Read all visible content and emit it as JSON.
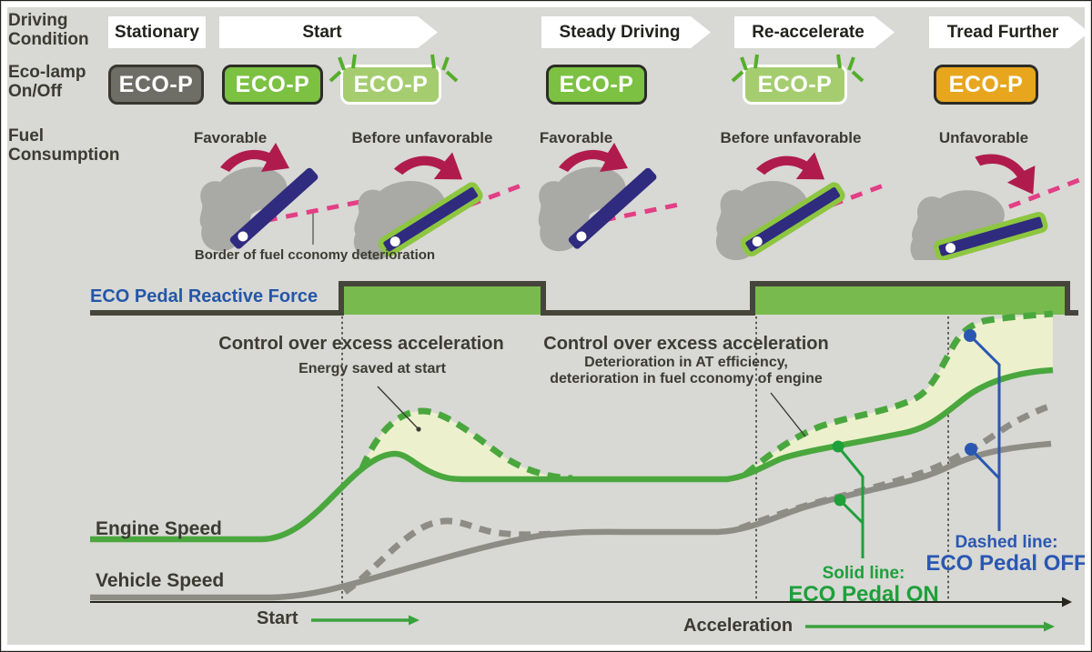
{
  "header_rows": {
    "driving_condition": "Driving\nCondition",
    "eco_lamp": "Eco-lamp\nOn/Off",
    "fuel_consumption": "Fuel\nConsumption"
  },
  "stages": [
    {
      "label": "Stationary"
    },
    {
      "label": "Start"
    },
    {
      "label": "Steady Driving"
    },
    {
      "label": "Re-accelerate"
    },
    {
      "label": "Tread Further"
    }
  ],
  "eco_lamps": [
    {
      "label": "ECO-P",
      "state": "off"
    },
    {
      "label": "ECO-P",
      "state": "on"
    },
    {
      "label": "ECO-P",
      "state": "flashing"
    },
    {
      "label": "ECO-P",
      "state": "on"
    },
    {
      "label": "ECO-P",
      "state": "flashing"
    },
    {
      "label": "ECO-P",
      "state": "amber"
    }
  ],
  "fuel_conditions": [
    {
      "label": "Favorable"
    },
    {
      "label": "Before unfavorable"
    },
    {
      "label": "Favorable"
    },
    {
      "label": "Before unfavorable"
    },
    {
      "label": "Unfavorable"
    }
  ],
  "border_note": "Border of fuel cconomy deterioration",
  "reactive_force": {
    "label": "ECO Pedal Reactive Force",
    "active_during": [
      "Start",
      "Re-accelerate",
      "Tread Further"
    ]
  },
  "annotations": {
    "control_start": "Control over excess acceleration",
    "energy_saved": "Energy saved at start",
    "control_accel": "Control over excess acceleration",
    "deterioration_line1": "Deterioration in AT efficiency,",
    "deterioration_line2": "deterioration in fuel cconomy of engine"
  },
  "curve_labels": {
    "engine": "Engine Speed",
    "vehicle": "Vehicle Speed"
  },
  "legend": {
    "solid_title": "Solid line:",
    "solid_value": "ECO Pedal ON",
    "dashed_title": "Dashed line:",
    "dashed_value": "ECO Pedal OFF"
  },
  "axis": {
    "start": "Start",
    "acceleration": "Acceleration"
  },
  "colors": {
    "background": "#d8d8d4",
    "lamp_off": "#6f6e66",
    "lamp_on": "#7cc142",
    "lamp_flashing": "#a5cd70",
    "lamp_amber": "#e7a61e",
    "curve_green": "#4aa73e",
    "curve_gray": "#8d8d85",
    "saved_area_fill": "#edf0cd",
    "reactive_bar_green": "#79ba4e",
    "reactive_bar_dark": "#45453b",
    "label_blue": "#2456a8",
    "legend_green": "#1ea03b",
    "legend_blue": "#2a57b2",
    "pedal_navy": "#2f2b7e",
    "pedal_outline_green": "#8dc63f",
    "border_line_pink": "#e23f85",
    "press_arrow_crimson": "#b01b4d",
    "foot_gray": "#a9a9a5"
  },
  "chart_data": {
    "type": "line",
    "title": "ECO Pedal operation over driving phases",
    "phases": [
      {
        "stage": "Stationary",
        "eco_lamp": "off",
        "fuel": null,
        "reactive_force": "low"
      },
      {
        "stage": "Start",
        "eco_lamp": "on then flashing",
        "fuel": "Favorable / Before unfavorable",
        "reactive_force": "high"
      },
      {
        "stage": "Steady Driving",
        "eco_lamp": "on",
        "fuel": "Favorable",
        "reactive_force": "low"
      },
      {
        "stage": "Re-accelerate",
        "eco_lamp": "flashing",
        "fuel": "Before unfavorable",
        "reactive_force": "high"
      },
      {
        "stage": "Tread Further",
        "eco_lamp": "amber",
        "fuel": "Unfavorable",
        "reactive_force": "high"
      }
    ],
    "series": [
      {
        "name": "Engine Speed — ECO Pedal ON",
        "style": "solid",
        "color": "#4aa73e",
        "shape": "flat at idle, moderate rise at start with small overshoot, steady plateau, gradual rise at re-acceleration, step up when treading further"
      },
      {
        "name": "Engine Speed — ECO Pedal OFF",
        "style": "dashed",
        "color": "#4aa73e",
        "shape": "large overshoot at start, rises above ON curve during re-acceleration and tread further"
      },
      {
        "name": "Vehicle Speed — ECO Pedal ON",
        "style": "solid",
        "color": "#8d8d85",
        "shape": "flat, gradual climb from start, steady, gradual climb under acceleration"
      },
      {
        "name": "Vehicle Speed — ECO Pedal OFF",
        "style": "dashed",
        "color": "#8d8d85",
        "shape": "small hump at start then converges, climbs above ON curve under acceleration"
      }
    ],
    "shaded_regions": "pale green areas between dashed (OFF) and solid (ON) engine-speed curves = excess acceleration controlled / energy saved",
    "legend_position": "bottom-right",
    "grid": false
  }
}
